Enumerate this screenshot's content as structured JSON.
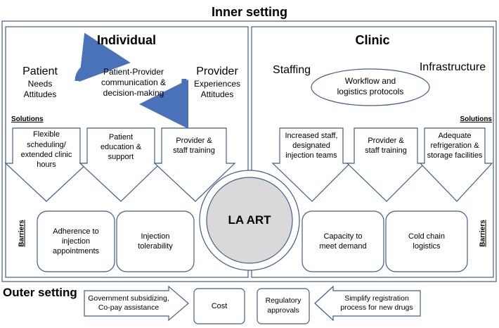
{
  "inner_setting": "Inner setting",
  "outer_setting": "Outer setting",
  "individual": {
    "title": "Individual",
    "patient": "Patient",
    "patient_sub": [
      "Needs",
      "Attitudes"
    ],
    "provider": "Provider",
    "provider_sub": [
      "Experiences",
      "Attitudes"
    ],
    "center": [
      "Patient-Provider",
      "communication &",
      "decision-making"
    ],
    "solutions_label": "Solutions",
    "solutions": [
      [
        "Flexible",
        "scheduling/",
        "extended clinic",
        "hours"
      ],
      [
        "Patient",
        "education &",
        "support"
      ],
      [
        "Provider &",
        "staff training"
      ]
    ],
    "barriers_label": "Barriers",
    "barriers": [
      [
        "Adherence to",
        "injection",
        "appointments"
      ],
      [
        "Injection",
        "tolerability"
      ]
    ]
  },
  "clinic": {
    "title": "Clinic",
    "staffing": "Staffing",
    "infrastructure": "Infrastructure",
    "workflow": [
      "Workflow and",
      "logistics protocols"
    ],
    "solutions_label": "Solutions",
    "solutions": [
      [
        "Increased staff,",
        "designated",
        "injection teams"
      ],
      [
        "Provider &",
        "staff training"
      ],
      [
        "Adequate",
        "refrigeration &",
        "storage facilities"
      ]
    ],
    "barriers_label": "Barriers",
    "barriers": [
      [
        "Capacity to",
        "meet demand"
      ],
      [
        "Cold chain",
        "logistics"
      ]
    ]
  },
  "center_circle": "LA ART",
  "outer": {
    "left_arrow": [
      "Government subsidizing,",
      "Co-pay assistance"
    ],
    "cost": "Cost",
    "regulatory": [
      "Regulatory",
      "approvals"
    ],
    "right_arrow": [
      "Simplify registration",
      "process for new drugs"
    ]
  },
  "colors": {
    "arrow_blue": "#4a72b8",
    "circle_fill": "#d9d9d9",
    "stroke": "#3f5d8a"
  }
}
